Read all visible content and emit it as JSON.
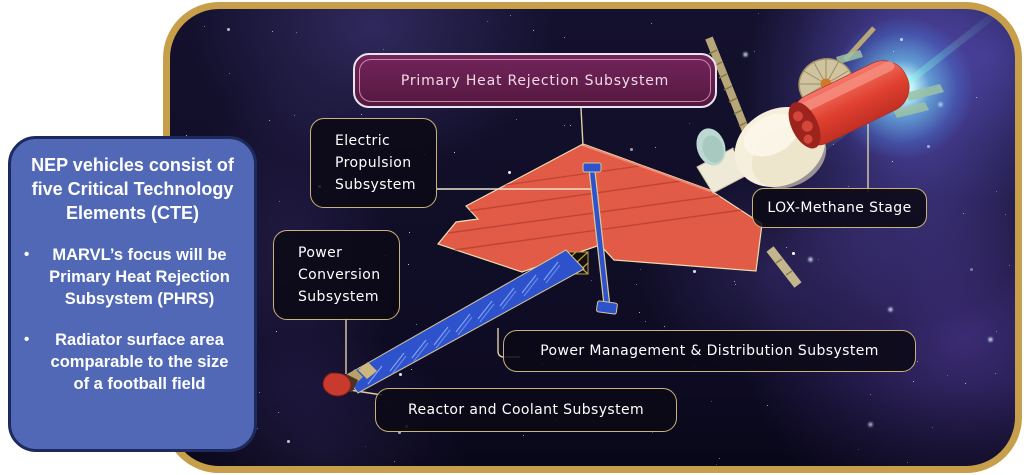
{
  "info_panel": {
    "title": "NEP vehicles consist of five Critical Technology Elements (CTE)",
    "bullet_glyph": "•",
    "bullets": [
      "MARVL’s focus will be Primary Heat Rejection Subsystem (PHRS)",
      "Radiator surface area comparable to the size of a football field"
    ]
  },
  "diagram_labels": {
    "primary_heat_rejection": "Primary Heat Rejection Subsystem",
    "electric_propulsion": "Electric\nPropulsion\nSubsystem",
    "power_conversion": "Power\nConversion\nSubsystem",
    "lox_methane": "LOX-Methane Stage",
    "power_management": "Power Management & Distribution Subsystem",
    "reactor_coolant": "Reactor and Coolant Subsystem"
  },
  "spacecraft_parts": [
    "radiator-panels",
    "truss-boom",
    "reactor-tip",
    "antenna-mast",
    "propulsion-module",
    "lox-methane-stage-cylinder",
    "dish-antenna",
    "solar-boom",
    "truss-junction",
    "radiator-fins"
  ],
  "colors": {
    "frame_gold": "#c79f4a",
    "label_border_tan": "#c9b377",
    "label_bg_dark": "#0c0916",
    "phrs_purple": "#68204f",
    "phrs_text": "#f2d9e5",
    "info_panel_blue": "#5068b6",
    "info_panel_border": "#1e2a5e",
    "radiator_red": "#e25b46",
    "truss_blue": "#2e52cb",
    "star_glow_cyan": "#8fe8ff",
    "space_navy": "#100d26"
  }
}
